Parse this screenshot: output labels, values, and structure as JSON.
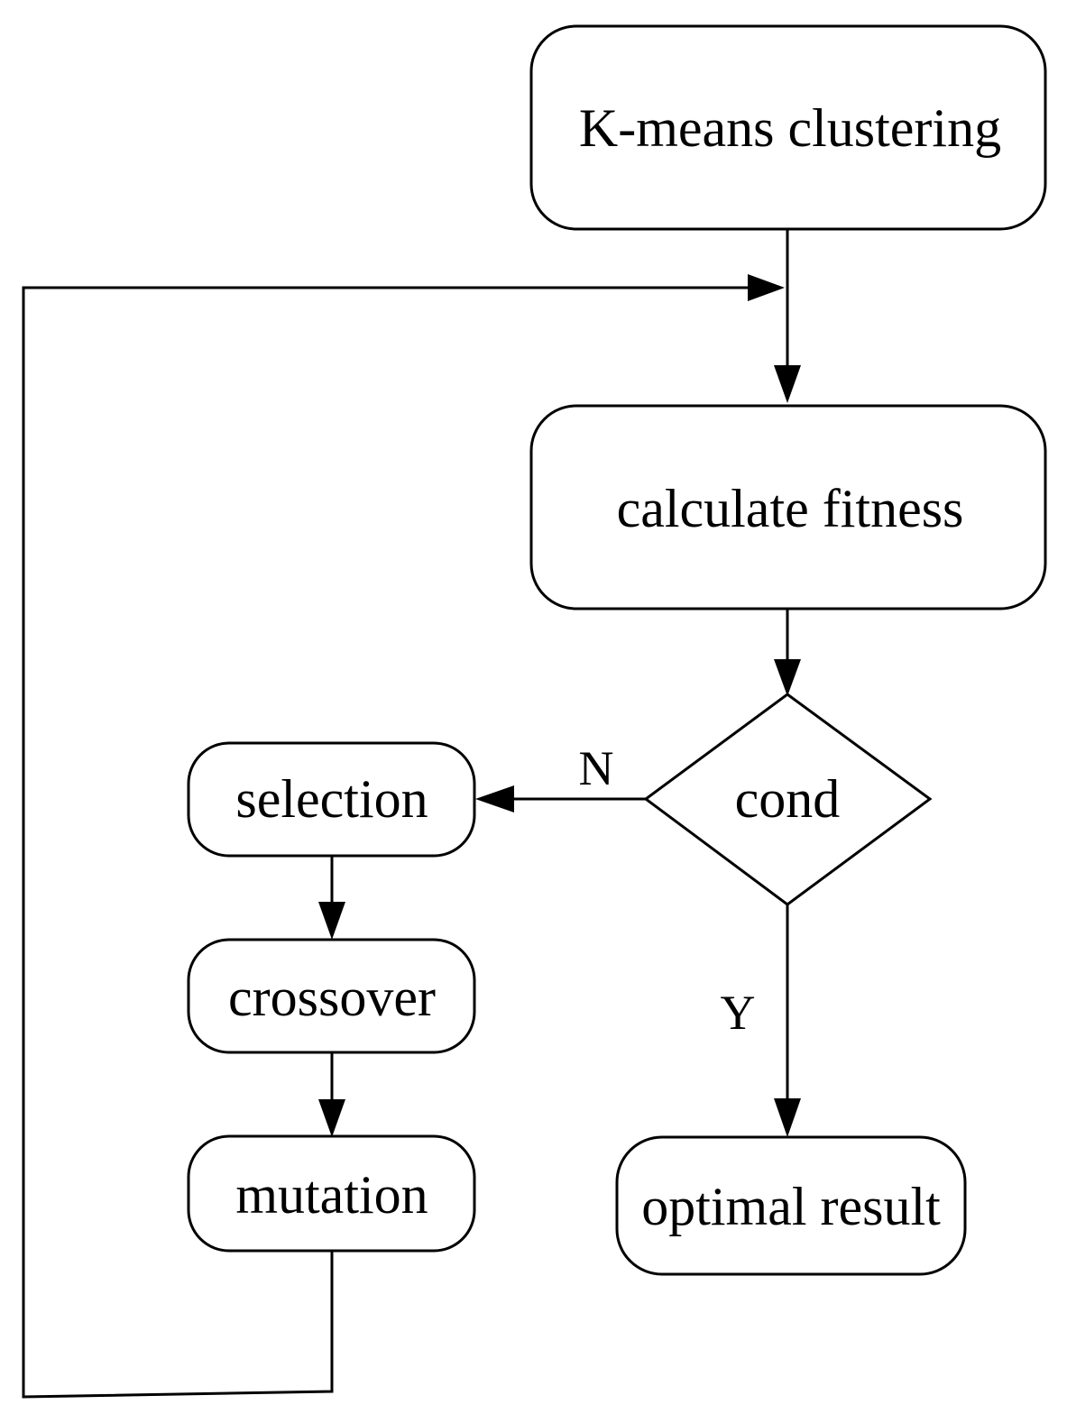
{
  "diagram": {
    "type": "flowchart",
    "nodes": {
      "kmeans": {
        "label": "K-means clustering",
        "shape": "rounded-rectangle"
      },
      "fitness": {
        "label": "calculate fitness",
        "shape": "rounded-rectangle"
      },
      "cond": {
        "label": "cond",
        "shape": "diamond"
      },
      "selection": {
        "label": "selection",
        "shape": "rounded-rectangle"
      },
      "crossover": {
        "label": "crossover",
        "shape": "rounded-rectangle"
      },
      "mutation": {
        "label": "mutation",
        "shape": "rounded-rectangle"
      },
      "optimal": {
        "label": "optimal result",
        "shape": "rounded-rectangle"
      }
    },
    "edges": [
      {
        "from": "kmeans",
        "to": "fitness",
        "label": ""
      },
      {
        "from": "fitness",
        "to": "cond",
        "label": ""
      },
      {
        "from": "cond",
        "to": "selection",
        "label": "N"
      },
      {
        "from": "cond",
        "to": "optimal",
        "label": "Y"
      },
      {
        "from": "selection",
        "to": "crossover",
        "label": ""
      },
      {
        "from": "crossover",
        "to": "mutation",
        "label": ""
      },
      {
        "from": "mutation",
        "to": "fitness",
        "label": ""
      }
    ],
    "edge_labels": {
      "no": "N",
      "yes": "Y"
    },
    "colors": {
      "stroke": "#000000",
      "fill": "#ffffff",
      "text": "#000000"
    }
  }
}
